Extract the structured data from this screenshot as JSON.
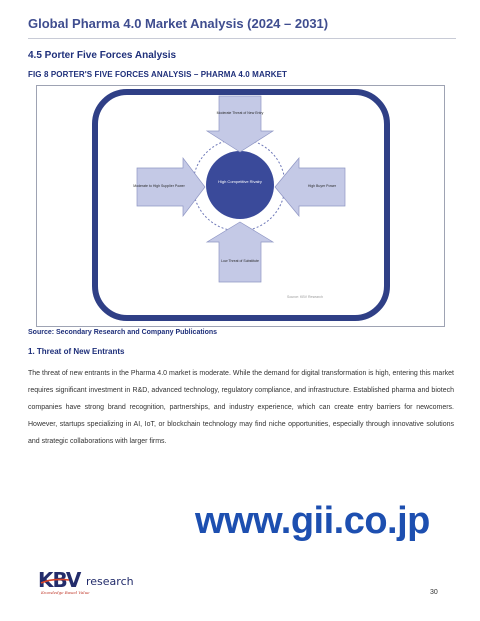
{
  "header": {
    "title": "Global Pharma 4.0 Market Analysis (2024 – 2031)"
  },
  "section": {
    "heading": "4.5   Porter Five Forces Analysis"
  },
  "figure": {
    "caption": "FIG 8     PORTER'S FIVE FORCES ANALYSIS – PHARMA 4.0 MARKET",
    "center": "High Competitive Rivalry",
    "top": "Moderate Threat of New Entry",
    "left": "Moderate to High Supplier Power",
    "right": "High Buyer Power",
    "bottom": "Low Threat of Substitute",
    "source_note": "Source: KBV Research",
    "colors": {
      "frame": "#2f3f86",
      "arrow_fill": "#c4c9e6",
      "arrow_stroke": "#8f96c4",
      "center_fill": "#3a4a9a"
    }
  },
  "source_line": "Source: Secondary Research and Company Publications",
  "subsection": {
    "heading": "1.    Threat of New Entrants"
  },
  "body": {
    "paragraph": "The threat of new entrants in the Pharma 4.0 market is moderate. While the demand for digital transformation is high, entering this market requires significant investment in R&D, advanced technology, regulatory compliance, and infrastructure. Established pharma and biotech companies have strong brand recognition, partnerships, and industry experience, which can create entry barriers for newcomers. However, startups specializing in AI, IoT, or blockchain technology may find niche opportunities, especially through innovative solutions and strategic collaborations with larger firms."
  },
  "watermark": "www.gii.co.jp",
  "logo": {
    "brand": "KBV",
    "word": "research",
    "tagline": "Knowledge Based Value"
  },
  "footer": {
    "page_number": "30"
  }
}
